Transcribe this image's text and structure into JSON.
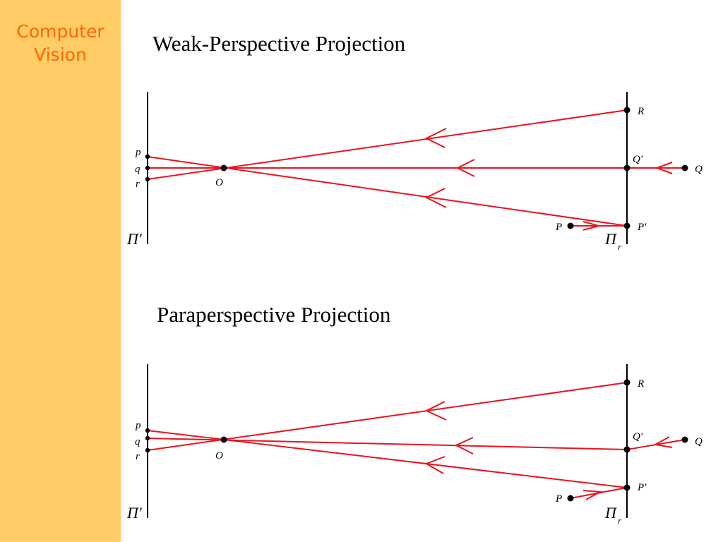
{
  "sidebar": {
    "title_lines": [
      "Computer",
      "Vision"
    ],
    "background": "#FFCC66",
    "title_color": "#FF6600"
  },
  "colors": {
    "ray": "#E8141E",
    "line": "#000000"
  },
  "diagrams": [
    {
      "title": "Weak-Perspective Projection",
      "labels": {
        "p": "p",
        "q": "q",
        "r": "r",
        "O": "O",
        "R": "R",
        "Qp": "Q'",
        "Q": "Q",
        "P": "P",
        "Pp": "P'",
        "image_plane": "Π'",
        "ref_plane": "Π",
        "ref_sub": "r"
      }
    },
    {
      "title": "Paraperspective Projection",
      "labels": {
        "p": "p",
        "q": "q",
        "r": "r",
        "O": "O",
        "R": "R",
        "Qp": "Q'",
        "Q": "Q",
        "P": "P",
        "Pp": "P'",
        "image_plane": "Π'",
        "ref_plane": "Π",
        "ref_sub": "r"
      }
    }
  ]
}
